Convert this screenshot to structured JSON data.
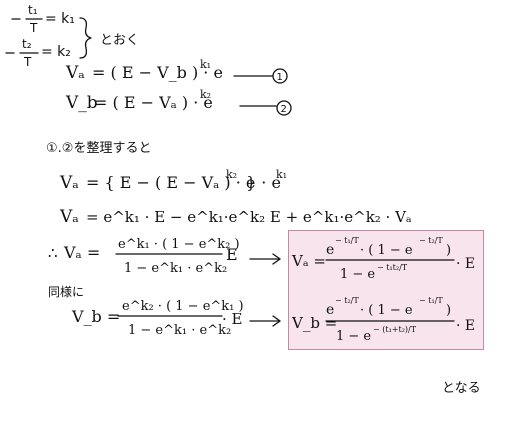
{
  "defs": {
    "def1_lhs_num": "t₁",
    "def1_lhs_den": "T",
    "def1_rhs": "= k₁",
    "def2_lhs_num": "t₂",
    "def2_lhs_den": "T",
    "def2_rhs": "= k₂",
    "brace_note": "とおく"
  },
  "equations": {
    "eq1_lhs": "Vₐ",
    "eq1_rhs": "= ( E − V_b ) · e",
    "eq1_exp": "k₁",
    "eq1_tag": "1",
    "eq2_lhs": "V_b",
    "eq2_rhs": "= ( E − Vₐ ) · e",
    "eq2_exp": "k₂",
    "eq2_tag": "2"
  },
  "solving": {
    "intro": "①.②を整理すると",
    "line1_lhs": "Vₐ",
    "line1_rhs": "= { E − ( E − Vₐ ) · e",
    "line1_exp1": "k₂",
    "line1_tail": "} · e",
    "line1_exp2": "k₁",
    "line2_lhs": "Vₐ",
    "line2_rhs": "= e^k₁ · E − e^k₁·e^k₂ E + e^k₁·e^k₂ · Vₐ",
    "therefore": "∴",
    "line3_lhs": "Vₐ =",
    "line3_num": "e^k₁ · ( 1 − e^k₂ )",
    "line3_den": "1 − e^k₁ · e^k₂",
    "line3_E": "E",
    "similar": "同様に",
    "line4_lhs": "V_b =",
    "line4_num": "e^k₂ · ( 1 − e^k₁ )",
    "line4_den": "1 − e^k₁ · e^k₂",
    "line4_E": "· E"
  },
  "result": {
    "va_lhs": "Vₐ =",
    "va_num_base1": "e",
    "va_num_exp1": "− t₁/T",
    "va_num_mid": "· ( 1 − e",
    "va_num_exp2": "− t₂/T",
    "va_num_close": ")",
    "va_den_base": "1 − e",
    "va_den_exp": "− t₁t₂/T",
    "va_E": "· E",
    "vb_lhs": "V_b =",
    "vb_num_base1": "e",
    "vb_num_exp1": "− t₂/T",
    "vb_num_mid": "· ( 1 − e",
    "vb_num_exp2": "− t₁/T",
    "vb_num_close": ")",
    "vb_den_base": "1 − e",
    "vb_den_exp": "− (t₁+t₂)/T",
    "vb_E": "· E"
  },
  "footer": {
    "conclusion": "となる"
  },
  "colors": {
    "box_fill": "#f7e4ec",
    "box_border": "#c08aa2",
    "ink": "#111111"
  }
}
